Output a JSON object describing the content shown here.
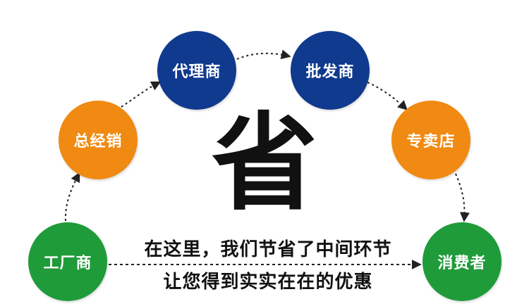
{
  "colors": {
    "green": "#1f9b3a",
    "orange": "#f08a12",
    "blue": "#0f3a8e",
    "arrow": "#222222",
    "text": "#111111"
  },
  "nodes": {
    "factory": "工厂商",
    "general_distributor": "总经销",
    "agent": "代理商",
    "wholesaler": "批发商",
    "specialty_store": "专卖店",
    "consumer": "消费者"
  },
  "center_char": "省",
  "message": {
    "line1": "在这里，我们节省了中间环节",
    "line2": "让您得到实实在在的优惠"
  }
}
